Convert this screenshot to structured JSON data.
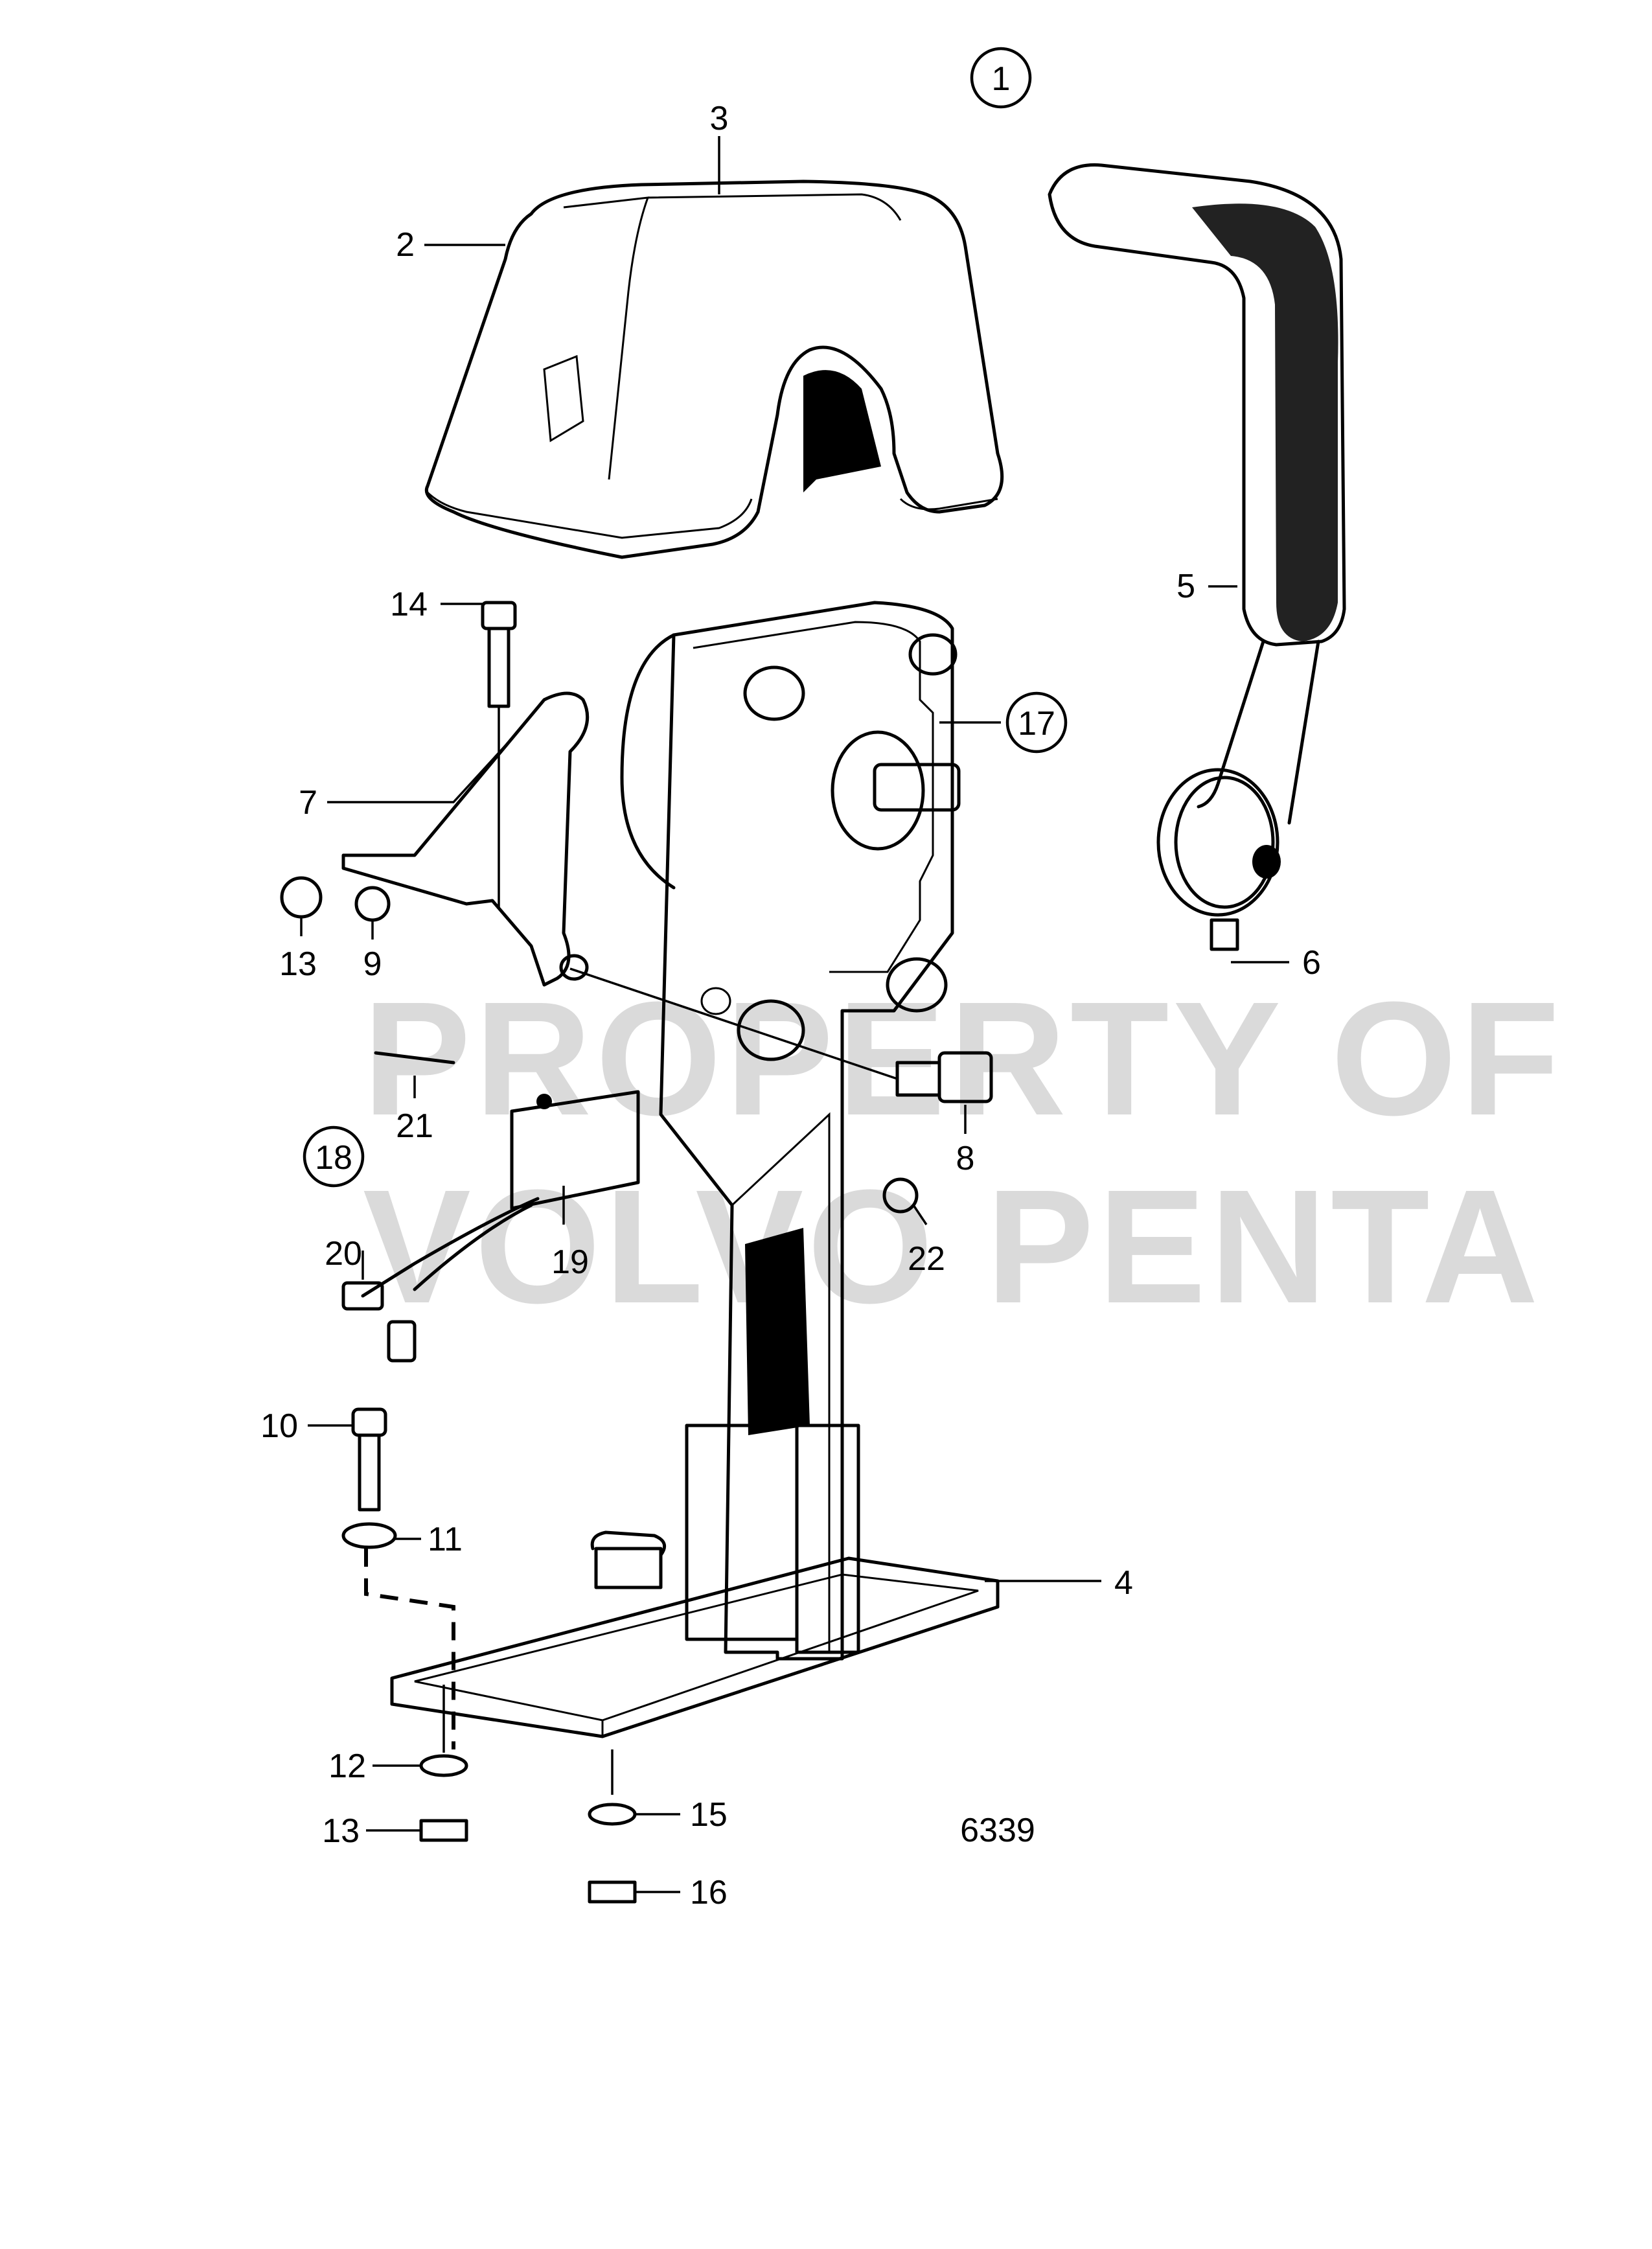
{
  "diagram": {
    "assembly_number": "1",
    "drawing_number": "6339",
    "watermark": [
      "PROPERTY OF",
      "VOLVO PENTA"
    ],
    "callouts": [
      {
        "id": "c1",
        "text": "1",
        "circled": true
      },
      {
        "id": "c2",
        "text": "2",
        "circled": false
      },
      {
        "id": "c3",
        "text": "3",
        "circled": false
      },
      {
        "id": "c4",
        "text": "4",
        "circled": false
      },
      {
        "id": "c5",
        "text": "5",
        "circled": false
      },
      {
        "id": "c6",
        "text": "6",
        "circled": false
      },
      {
        "id": "c7",
        "text": "7",
        "circled": false
      },
      {
        "id": "c8",
        "text": "8",
        "circled": false
      },
      {
        "id": "c9",
        "text": "9",
        "circled": false
      },
      {
        "id": "c10",
        "text": "10",
        "circled": false
      },
      {
        "id": "c11",
        "text": "11",
        "circled": false
      },
      {
        "id": "c12",
        "text": "12",
        "circled": false
      },
      {
        "id": "c13a",
        "text": "13",
        "circled": false
      },
      {
        "id": "c13b",
        "text": "13",
        "circled": false
      },
      {
        "id": "c14",
        "text": "14",
        "circled": false
      },
      {
        "id": "c15",
        "text": "15",
        "circled": false
      },
      {
        "id": "c16",
        "text": "16",
        "circled": false
      },
      {
        "id": "c17",
        "text": "17",
        "circled": true
      },
      {
        "id": "c18",
        "text": "18",
        "circled": true
      },
      {
        "id": "c19",
        "text": "19",
        "circled": false
      },
      {
        "id": "c20",
        "text": "20",
        "circled": false
      },
      {
        "id": "c21",
        "text": "21",
        "circled": false
      },
      {
        "id": "c22",
        "text": "22",
        "circled": false
      }
    ]
  }
}
